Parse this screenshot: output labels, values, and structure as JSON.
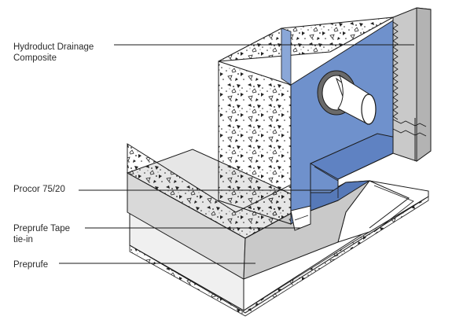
{
  "diagram": {
    "callouts": [
      {
        "id": "hydroduct",
        "text": "Hydroduct Drainage\nComposite"
      },
      {
        "id": "procor",
        "text": "Procor 75/20"
      },
      {
        "id": "tape",
        "text": "Preprufe Tape\ntie-in"
      },
      {
        "id": "preprufe",
        "text": "Preprufe"
      }
    ],
    "colors": {
      "membrane_blue": "#6f91cc",
      "membrane_blue_dark": "#5679b8",
      "concrete": "#f7f7f5",
      "slab_gray": "#d9d9d9",
      "slab_dark": "#bdbdbd",
      "line": "#1a1a1a"
    }
  }
}
